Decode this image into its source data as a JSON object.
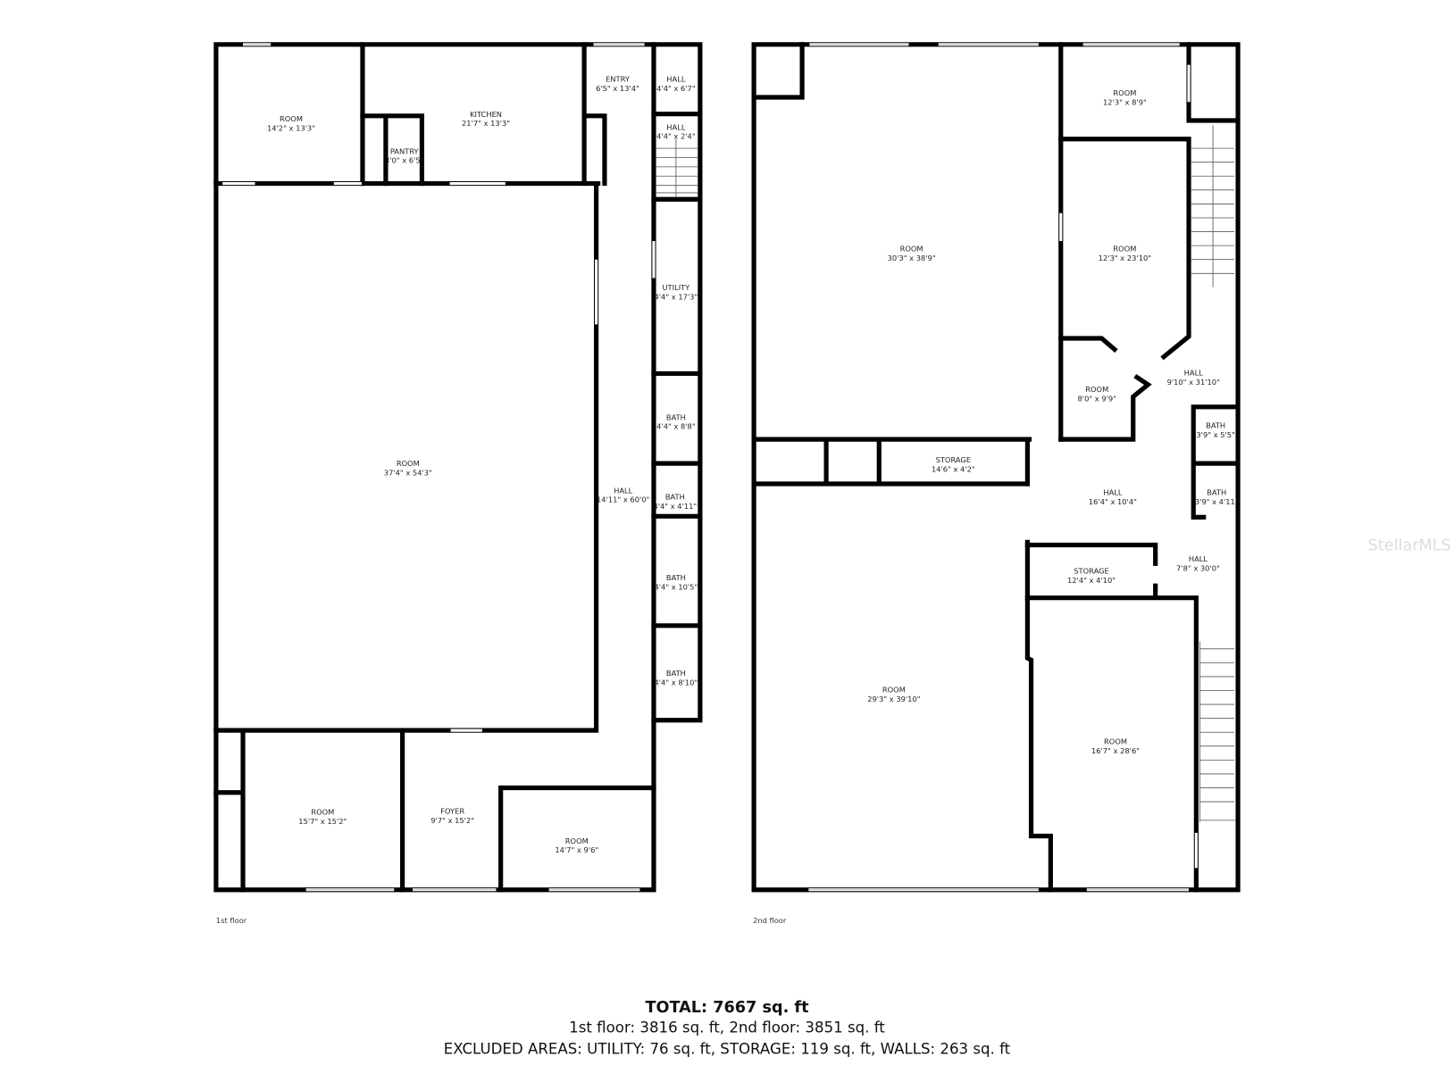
{
  "floors": [
    {
      "label": "1st floor",
      "rooms": [
        {
          "name": "ROOM",
          "dims": "14'2\" x 13'3\""
        },
        {
          "name": "KITCHEN",
          "dims": "21'7\" x 13'3\""
        },
        {
          "name": "PANTRY",
          "dims": "3'0\" x 6'5\""
        },
        {
          "name": "ENTRY",
          "dims": "6'5\" x 13'4\""
        },
        {
          "name": "HALL",
          "dims": "4'4\" x 6'7\""
        },
        {
          "name": "HALL",
          "dims": "4'4\" x 2'4\""
        },
        {
          "name": "UTILITY",
          "dims": "4'4\" x 17'3\""
        },
        {
          "name": "BATH",
          "dims": "4'4\" x 8'8\""
        },
        {
          "name": "BATH",
          "dims": "4'4\" x 4'11\""
        },
        {
          "name": "BATH",
          "dims": "4'4\" x 10'5\""
        },
        {
          "name": "BATH",
          "dims": "4'4\" x 8'10\""
        },
        {
          "name": "HALL",
          "dims": "14'11\" x 60'0\""
        },
        {
          "name": "ROOM",
          "dims": "37'4\" x 54'3\""
        },
        {
          "name": "ROOM",
          "dims": "15'7\" x 15'2\""
        },
        {
          "name": "FOYER",
          "dims": "9'7\" x 15'2\""
        },
        {
          "name": "ROOM",
          "dims": "14'7\" x 9'6\""
        }
      ]
    },
    {
      "label": "2nd floor",
      "rooms": [
        {
          "name": "ROOM",
          "dims": "12'3\" x 8'9\""
        },
        {
          "name": "ROOM",
          "dims": "30'3\" x 38'9\""
        },
        {
          "name": "ROOM",
          "dims": "12'3\" x 23'10\""
        },
        {
          "name": "ROOM",
          "dims": "8'0\" x 9'9\""
        },
        {
          "name": "HALL",
          "dims": "9'10\" x 31'10\""
        },
        {
          "name": "BATH",
          "dims": "3'9\" x 5'5\""
        },
        {
          "name": "BATH",
          "dims": "3'9\" x 4'11\""
        },
        {
          "name": "STORAGE",
          "dims": "14'6\" x 4'2\""
        },
        {
          "name": "HALL",
          "dims": "16'4\" x 10'4\""
        },
        {
          "name": "STORAGE",
          "dims": "12'4\" x 4'10\""
        },
        {
          "name": "HALL",
          "dims": "7'8\" x 30'0\""
        },
        {
          "name": "ROOM",
          "dims": "29'3\" x 39'10\""
        },
        {
          "name": "ROOM",
          "dims": "16'7\" x 28'6\""
        }
      ]
    }
  ],
  "summary": {
    "total": "TOTAL: 7667 sq. ft",
    "floors_line": "1st floor: 3816 sq. ft, 2nd floor: 3851 sq. ft",
    "excluded_line": "EXCLUDED AREAS: UTILITY: 76 sq. ft, STORAGE: 119 sq. ft, WALLS: 263 sq. ft"
  },
  "watermark": "StellarMLS"
}
